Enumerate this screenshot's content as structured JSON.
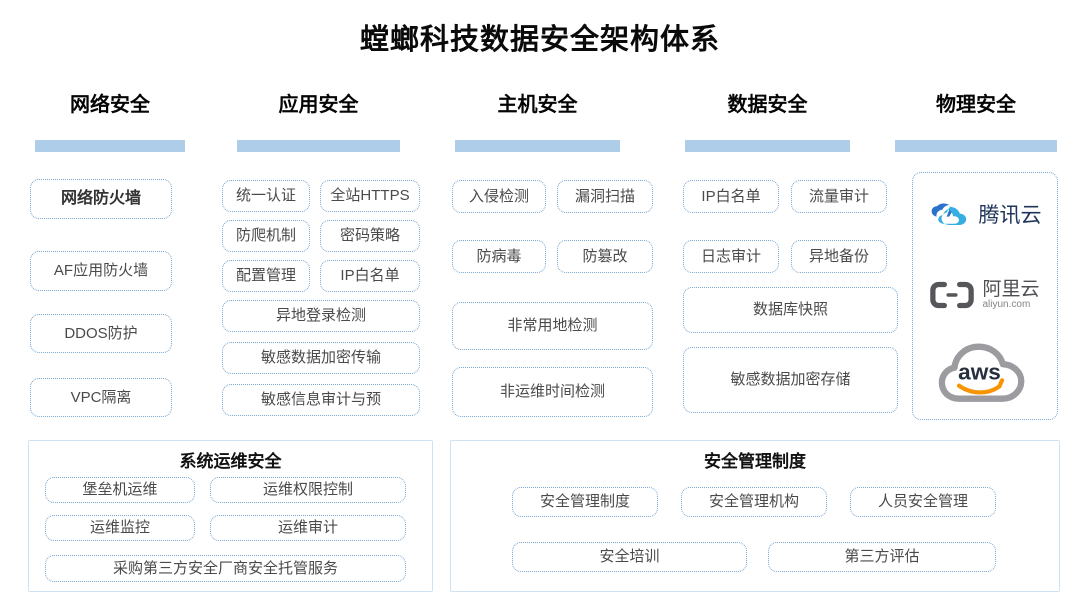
{
  "title": "螳螂科技数据安全架构体系",
  "cols": {
    "net": {
      "label": "网络安全",
      "items": [
        "网络防火墙",
        "AF应用防火墙",
        "DDOS防护",
        "VPC隔离"
      ]
    },
    "app": {
      "label": "应用安全",
      "grid": [
        "统一认证",
        "全站HTTPS",
        "防爬机制",
        "密码策略",
        "配置管理",
        "IP白名单"
      ],
      "rows": [
        "异地登录检测",
        "敏感数据加密传输",
        "敏感信息审计与预"
      ]
    },
    "host": {
      "label": "主机安全",
      "grid": [
        "入侵检测",
        "漏洞扫描",
        "防病毒",
        "防篡改"
      ],
      "rows": [
        "非常用地检测",
        "非运维时间检测"
      ]
    },
    "data": {
      "label": "数据安全",
      "grid": [
        "IP白名单",
        "流量审计",
        "日志审计",
        "异地备份"
      ],
      "rows": [
        "数据库快照",
        "敏感数据加密存储"
      ]
    },
    "phys": {
      "label": "物理安全",
      "tencent": "腾讯云",
      "aliyun": "阿里云",
      "aliyun_domain": "aliyun.com",
      "aws": "aws"
    }
  },
  "panels": {
    "ops": {
      "title": "系统运维安全",
      "items": [
        "堡垒机运维",
        "运维权限控制",
        "运维监控",
        "运维审计",
        "采购第三方安全厂商安全托管服务"
      ]
    },
    "mgmt": {
      "title": "安全管理制度",
      "items": [
        "安全管理制度",
        "安全管理机构",
        "人员安全管理",
        "安全培训",
        "第三方评估"
      ]
    }
  },
  "colors": {
    "accent_bar": "#aecde9",
    "box_border": "#7aa7d2",
    "panel_border": "#cfe2f4",
    "tencent_dark": "#2b72cb",
    "tencent_light": "#36aee2",
    "aliyun_gray": "#54565a",
    "aws_gray": "#9c9ca0",
    "aws_dark": "#252f3e",
    "aws_orange": "#f79400"
  }
}
